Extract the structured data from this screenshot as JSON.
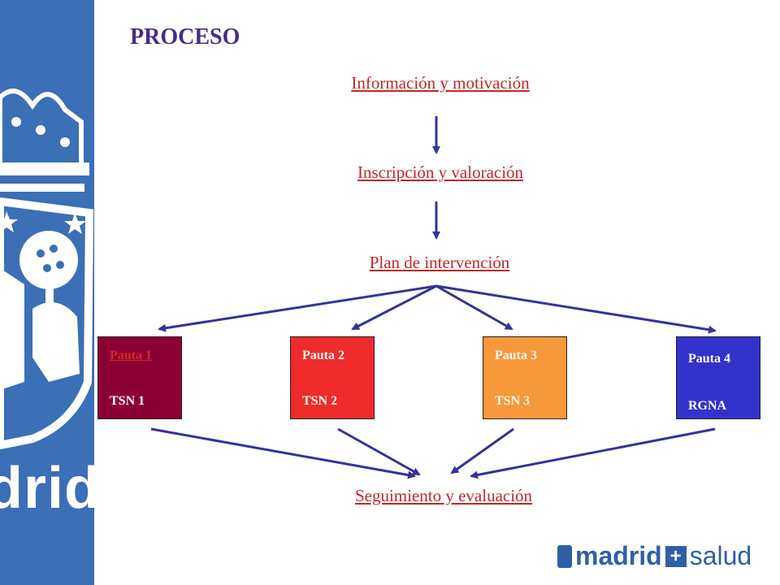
{
  "title": "PROCESO",
  "steps": {
    "info": "Información y motivación",
    "inscripcion": "Inscripción y valoración",
    "plan": "Plan de intervención",
    "seguimiento": "Seguimiento y evaluación"
  },
  "boxes": [
    {
      "pauta": "Pauta 1",
      "tsn": "TSN 1",
      "color": "#8b0033"
    },
    {
      "pauta": "Pauta 2",
      "tsn": "TSN 2",
      "color": "#ef2b2b"
    },
    {
      "pauta": "Pauta 3",
      "tsn": "TSN 3",
      "color": "#f7983a"
    },
    {
      "pauta": "Pauta 4",
      "tsn": "RGNA",
      "color": "#3333cc"
    }
  ],
  "logo": {
    "first": "madrid",
    "second": "salud"
  },
  "watermark": "drid",
  "colors": {
    "band": "#3b6fb6",
    "arrow": "#33339a",
    "step_text": "#c0282a",
    "title": "#4a2a8a"
  }
}
